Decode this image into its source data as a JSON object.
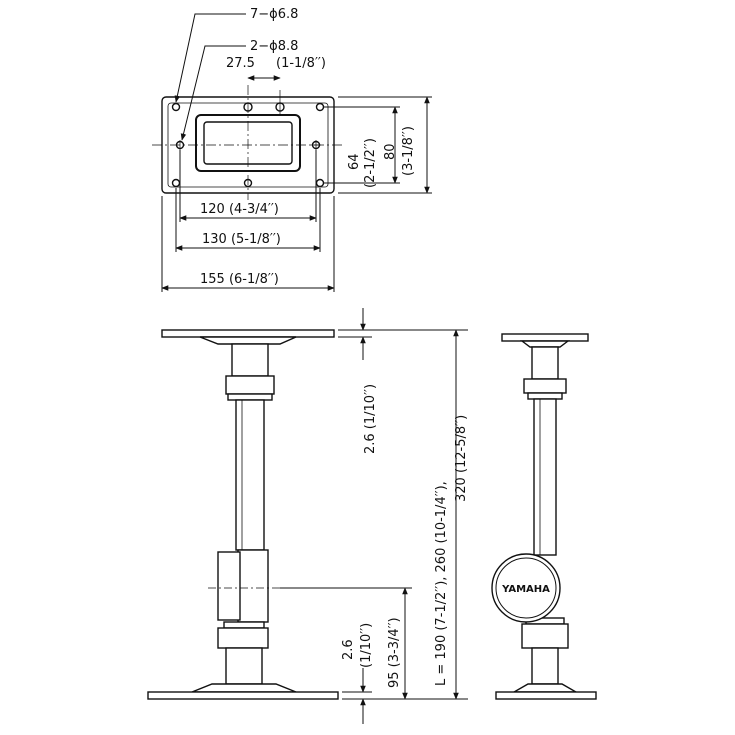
{
  "drawing": {
    "top_view": {
      "holes_7": "7−ϕ6.8",
      "holes_2": "2−ϕ8.8",
      "spacing": "27.5",
      "spacing_in": "(1-1/8′′)",
      "dim_64": "64",
      "dim_64_in": "(2-1/2′′)",
      "dim_80": "80",
      "dim_80_in": "(3-1/8′′)",
      "dim_120": "120 (4-3/4′′)",
      "dim_130": "130 (5-1/8′′)",
      "dim_155": "155 (6-1/8′′)"
    },
    "front_view": {
      "top_plate_thk": "2.6 (1/10′′)",
      "bottom_plate_thk": "2.6",
      "bottom_plate_thk_in": "(1/10′′)",
      "lower_height": "95 (3-3/4′′)",
      "length_line1": "L = 190 (7-1/2′′), 260 (10-1/4′′),",
      "length_line2": "320 (12-5/8′′)"
    },
    "side_view": {
      "brand": "YAMAHA"
    },
    "colors": {
      "line": "#111111",
      "background": "#ffffff"
    }
  }
}
